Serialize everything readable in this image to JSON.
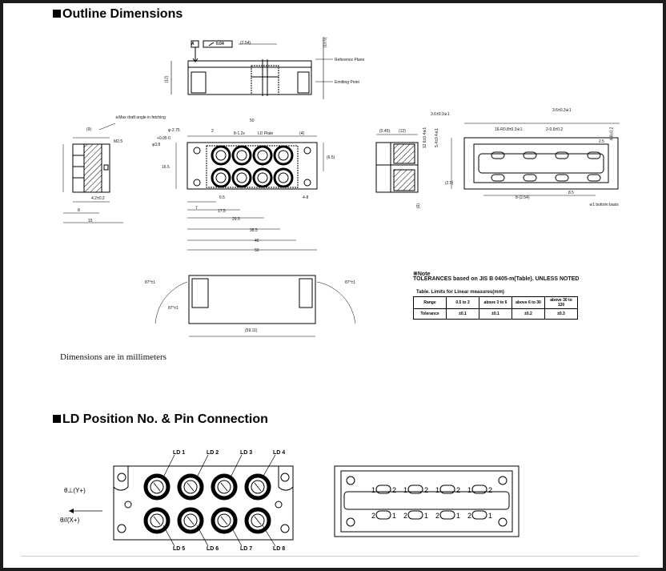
{
  "headings": {
    "outline": "Outline Dimensions",
    "ld_position": "LD Position No. & Pin Connection"
  },
  "units_note": "Dimensions are in millimeters",
  "side_view": {
    "datum_box": "A",
    "flatness": "0.04",
    "dim_top": "(2.54)",
    "ref_plane": "Reference Plane",
    "emit_point": "Emitting Point",
    "dim_right": "(10.5)",
    "dim_left": "(12)"
  },
  "front_view": {
    "total_width": "50",
    "dim_a": "2",
    "dim_b": "φ-2.75",
    "dim_c": "φ3.8",
    "dim_d": "+0.05 0",
    "label_ld": "LD Plate",
    "label_pitch": "8-1.2x",
    "dim_e": "(4)",
    "height": "16.5",
    "half_h": "6.5",
    "r1": "7",
    "r2": "17.5",
    "r3": "29.5",
    "r4": "38.5",
    "r5": "46",
    "r6": "50",
    "offset": "4-8",
    "right_dim": "(6.5)"
  },
  "left_view": {
    "draft_note": "※Max draft angle in fetching",
    "dim_top": "(9)",
    "m_note": "M2.5",
    "dim_bottom1": "4.2±0.2",
    "dim_bottom2": "8",
    "dim_bottom3": "15"
  },
  "right_view": {
    "dim_a": "(0.45)",
    "dim_b": "(12)",
    "dim_c": "(6)"
  },
  "bottom_view": {
    "top_a": "3.6±0.3※1",
    "top_b": "3.6±0.3※1",
    "pitch": "16-R0.8±0.3※1",
    "hole": "2-0.6±0.2",
    "bottom_pitch": "8-(2.54)",
    "bottom_end": "8.5",
    "footnote": "※1 bottom basis",
    "left_a": "12.6±0.4※1",
    "left_b": "5.4±0.4※1",
    "left_c": "(2.5)",
    "right_a": "2.5",
    "right_b": "4.8±0.2"
  },
  "top_view": {
    "angle_left": "87°±1",
    "angle_right": "87°±1",
    "angle_inner": "87°±1",
    "width": "(59.11)"
  },
  "notes": {
    "title": "※Note",
    "text": "TOLERANCES based on JIS B 0405-m(Table). UNLESS NOTED",
    "table_title": "Table. Limits for Linear measures(mm)",
    "table": {
      "header": [
        "Range",
        "0.5 to 3",
        "above 3 to 6",
        "above 6 to 30",
        "above 30 to 120"
      ],
      "row": [
        "Tolerance",
        "±0.1",
        "±0.1",
        "±0.2",
        "±0.3"
      ]
    }
  },
  "ld_diagram": {
    "top_labels": [
      "LD 1",
      "LD 2",
      "LD 3",
      "LD 4"
    ],
    "bottom_labels": [
      "LD 5",
      "LD 6",
      "LD 7",
      "LD 8"
    ],
    "axis_y": "θ⊥(Y+)",
    "axis_x": "θ//(X+)",
    "pins_top": [
      "1",
      "2",
      "1",
      "2",
      "1",
      "2",
      "1",
      "2"
    ],
    "pins_bottom": [
      "2",
      "1",
      "2",
      "1",
      "2",
      "1",
      "2",
      "1"
    ]
  }
}
